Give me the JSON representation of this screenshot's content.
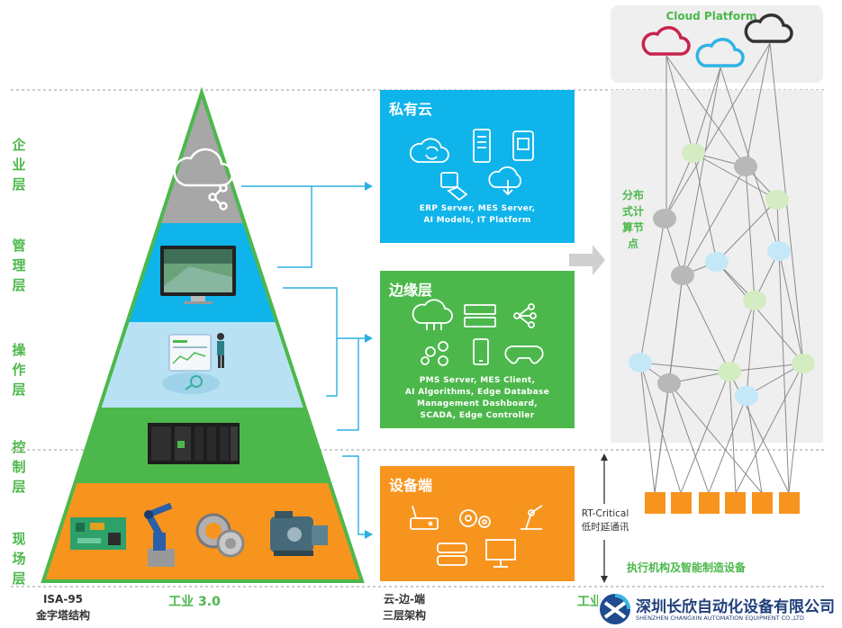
{
  "pyramid": {
    "layers": [
      {
        "label": "企业层"
      },
      {
        "label": "管理层"
      },
      {
        "label": "操作层"
      },
      {
        "label": "控制层"
      },
      {
        "label": "现场层"
      }
    ],
    "isa_label": "ISA-95",
    "isa_sub": "金字塔结构",
    "industry3": "工业 3.0"
  },
  "arch": {
    "private_cloud": {
      "title": "私有云",
      "desc": "ERP Server, MES Server,\nAI Models, IT Platform",
      "color": "#0fb4ea"
    },
    "edge": {
      "title": "边缘层",
      "desc": "PMS Server, MES Client,\nAI Algorithms, Edge Database\nManagement Dashboard,\nSCADA, Edge Controller",
      "color": "#4cb84c"
    },
    "device": {
      "title": "设备端",
      "color": "#f7941d"
    },
    "label1": "云-边-端",
    "label2": "三层架构"
  },
  "rt": {
    "line1": "RT-Critical",
    "line2": "低时延通讯"
  },
  "right": {
    "cloud_platform": "Cloud Platform",
    "distributed": "分布式计算节点",
    "actuators": "执行机构及智能制造设备",
    "industry4_partial": "工业"
  },
  "logo": {
    "company_cn": "深圳长欣自动化设备有限公司",
    "company_en": "SHENZHEN CHANGXIN AUTOMATION EQUIPMENT CO.,LTD"
  }
}
